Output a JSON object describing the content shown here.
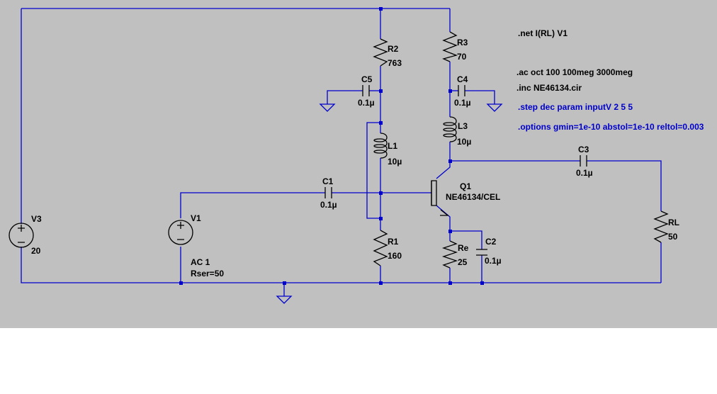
{
  "components": {
    "R2": {
      "name": "R2",
      "value": "763"
    },
    "R3": {
      "name": "R3",
      "value": "70"
    },
    "C5": {
      "name": "C5",
      "value": "0.1µ"
    },
    "C4": {
      "name": "C4",
      "value": "0.1µ"
    },
    "L1": {
      "name": "L1",
      "value": "10µ"
    },
    "L3": {
      "name": "L3",
      "value": "10µ"
    },
    "C1": {
      "name": "C1",
      "value": "0.1µ"
    },
    "C3": {
      "name": "C3",
      "value": "0.1µ"
    },
    "Q1": {
      "name": "Q1",
      "value": "NE46134/CEL"
    },
    "R1": {
      "name": "R1",
      "value": "160"
    },
    "Re": {
      "name": "Re",
      "value": "25"
    },
    "C2": {
      "name": "C2",
      "value": "0.1µ"
    },
    "RL": {
      "name": "RL",
      "value": "50"
    },
    "V3": {
      "name": "V3",
      "value": "20"
    },
    "V1": {
      "name": "V1",
      "value": "AC 1",
      "extra": "Rser=50"
    }
  },
  "directives": {
    "net": ".net I(RL) V1",
    "ac": ".ac oct 100 100meg 3000meg",
    "inc": ".inc NE46134.cir",
    "step": ".step dec param inputV 2 5 5",
    "options": ".options gmin=1e-10 abstol=1e-10 reltol=0.003"
  },
  "colors": {
    "wire": "#0000cc",
    "background": "#c0c0c0",
    "component": "#000000"
  }
}
